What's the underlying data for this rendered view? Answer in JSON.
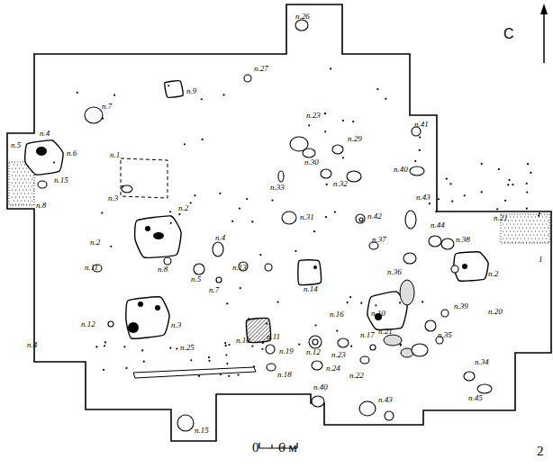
{
  "diagram": {
    "labels": [
      "п.26",
      "п.27",
      "п.9",
      "п.7",
      "п.23",
      "п.41",
      "п.29",
      "п.30",
      "п.40",
      "п.32",
      "п.33",
      "п.4",
      "п.5",
      "п.6",
      "п.15",
      "п.8",
      "п.1",
      "п.3",
      "п.43",
      "п.31",
      "п.42",
      "п.21",
      "п.2",
      "п.44",
      "п.38",
      "п.37",
      "п.2",
      "п.4",
      "п.11",
      "п.8",
      "п.5",
      "п.13",
      "п.14",
      "п.36",
      "п.10",
      "п.2",
      "1",
      "п.7",
      "п.12",
      "п.3",
      "п.4",
      "п.10",
      "п.11",
      "п.12",
      "п.16",
      "п.23",
      "п.21",
      "п.17",
      "п.22",
      "п.20",
      "п.39",
      "п.35",
      "п.25",
      "п.19",
      "п.18",
      "п.24",
      "п.34",
      "п.45",
      "п.40",
      "п.43",
      "п.15",
      "С",
      "0",
      "6 м",
      "2"
    ]
  }
}
